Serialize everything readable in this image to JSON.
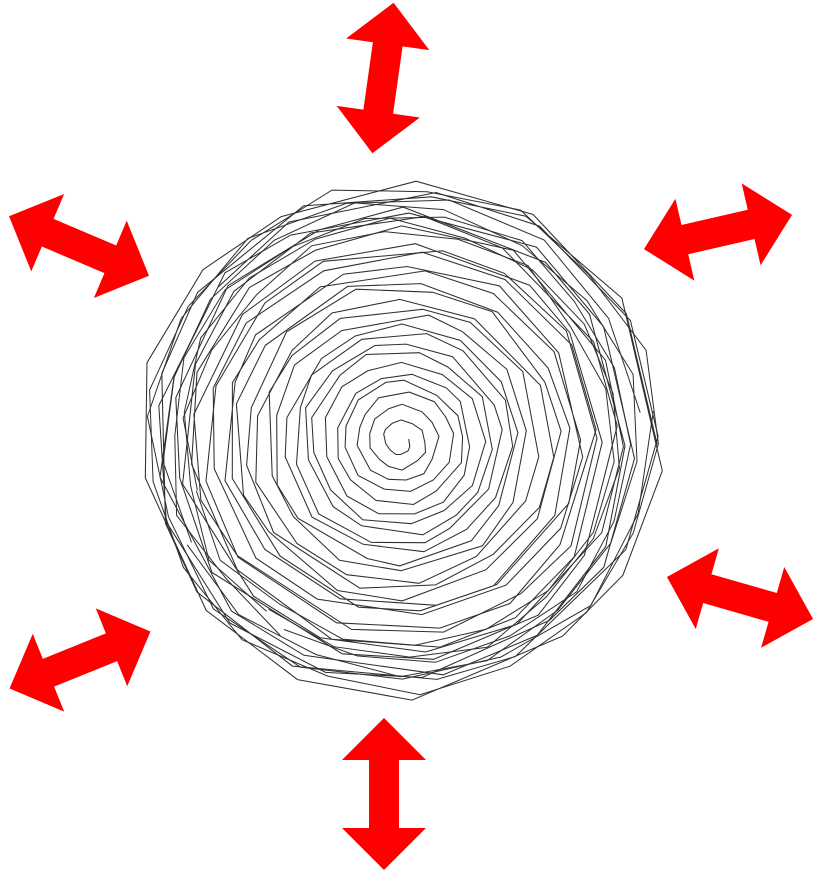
{
  "diagram": {
    "background_color": "#ffffff",
    "arrow_color": "#ff0000",
    "spiral_color": "#2f2f2f",
    "central_figure": "irregular-polygonal-spiral",
    "arrow_kind": "double-headed",
    "arrow_count": 6,
    "arrow_directions": [
      "top",
      "upper-right",
      "lower-right",
      "bottom",
      "lower-left",
      "upper-left"
    ]
  }
}
